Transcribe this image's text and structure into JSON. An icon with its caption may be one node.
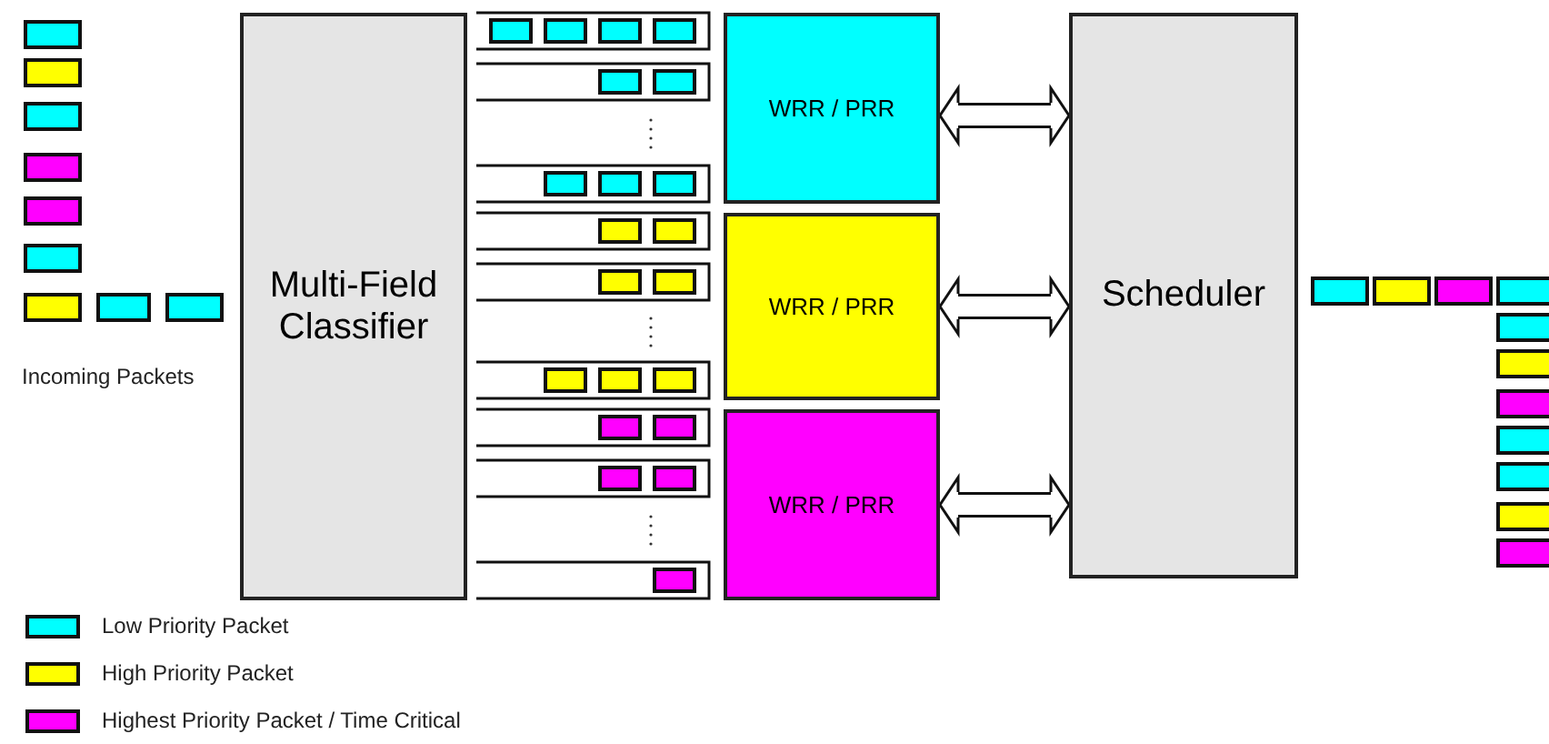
{
  "diagram": {
    "nodes": [
      {
        "text": [
          "Multi-Field Classifier"
        ]
      },
      {
        "text": [
          "WRR / PRR"
        ]
      },
      {
        "text": [
          "WRR / PRR"
        ]
      },
      {
        "text": [
          "WRR / PRR"
        ]
      },
      {
        "text": [
          "Scheduler"
        ]
      }
    ],
    "edges": [
      {
        "from": 1,
        "to": 4,
        "arrow": "both"
      },
      {
        "from": 2,
        "to": 4,
        "arrow": "both"
      },
      {
        "from": 3,
        "to": 4,
        "arrow": "both"
      }
    ],
    "labels": [
      "Incoming Packets"
    ],
    "legend": [
      {
        "text": "Low Priority Packet",
        "color": "#00ffff"
      },
      {
        "text": "High Priority Packet",
        "color": "#ffff00"
      },
      {
        "text": "Highest Priority Packet / Time Critical",
        "color": "#ff00ff"
      }
    ]
  }
}
